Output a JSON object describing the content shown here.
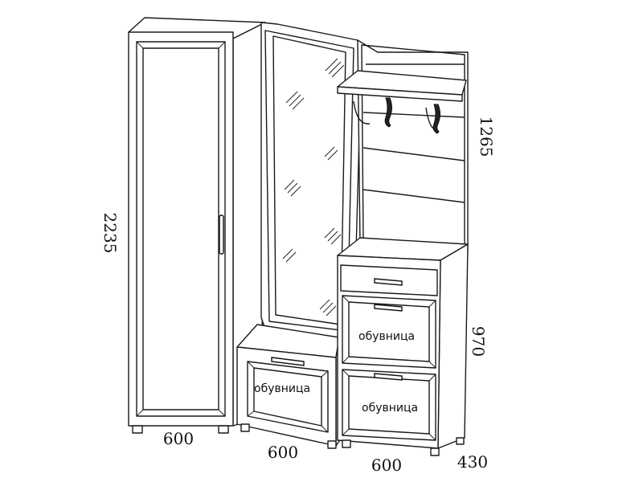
{
  "dimensions": {
    "height_total": "2235",
    "height_hanger": "1265",
    "height_shoe_cabinet": "970",
    "width_wardrobe": "600",
    "width_mirror_module": "600",
    "width_hanger_module": "600",
    "depth": "430"
  },
  "labels": {
    "shoe_low": "обувница",
    "shoe_top": "обувница",
    "shoe_bottom": "обувница"
  }
}
